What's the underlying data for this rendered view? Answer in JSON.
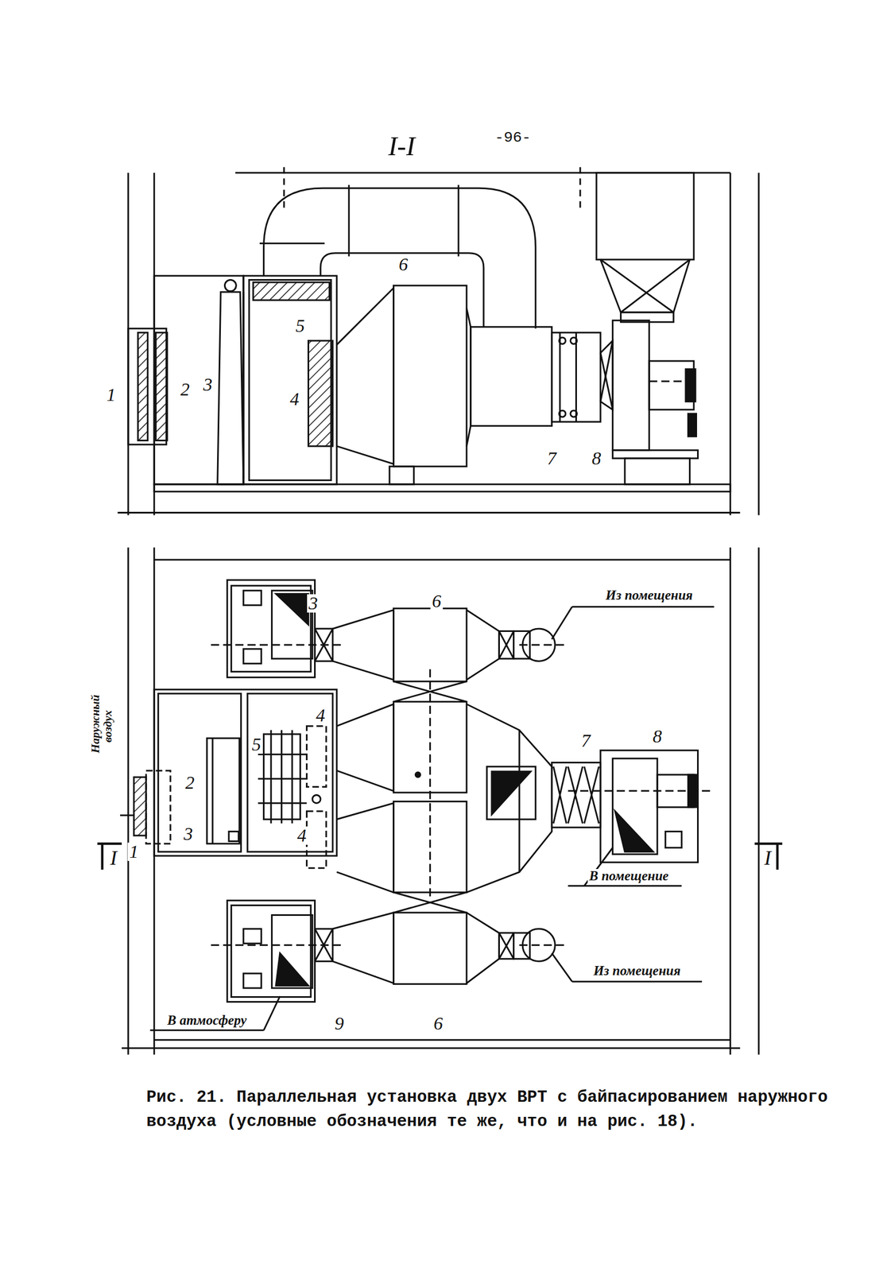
{
  "diagram": {
    "title": "I-I",
    "caption": "Рис. 21. Параллельная установка двух ВРТ с байпасированием наружного воздуха (условные обозначения те же, что и на рис. 18).",
    "labels": [
      "-96-",
      "1",
      "2",
      "3",
      "4",
      "5",
      "6",
      "7",
      "8",
      "3",
      "6",
      "Из помещения",
      "Наружный воздух",
      "4",
      "5",
      "2",
      "8",
      "7",
      "1",
      "3",
      "4",
      "I",
      "I",
      "В помещение",
      "Из помещения",
      "В атмосферу",
      "9",
      "6"
    ]
  }
}
